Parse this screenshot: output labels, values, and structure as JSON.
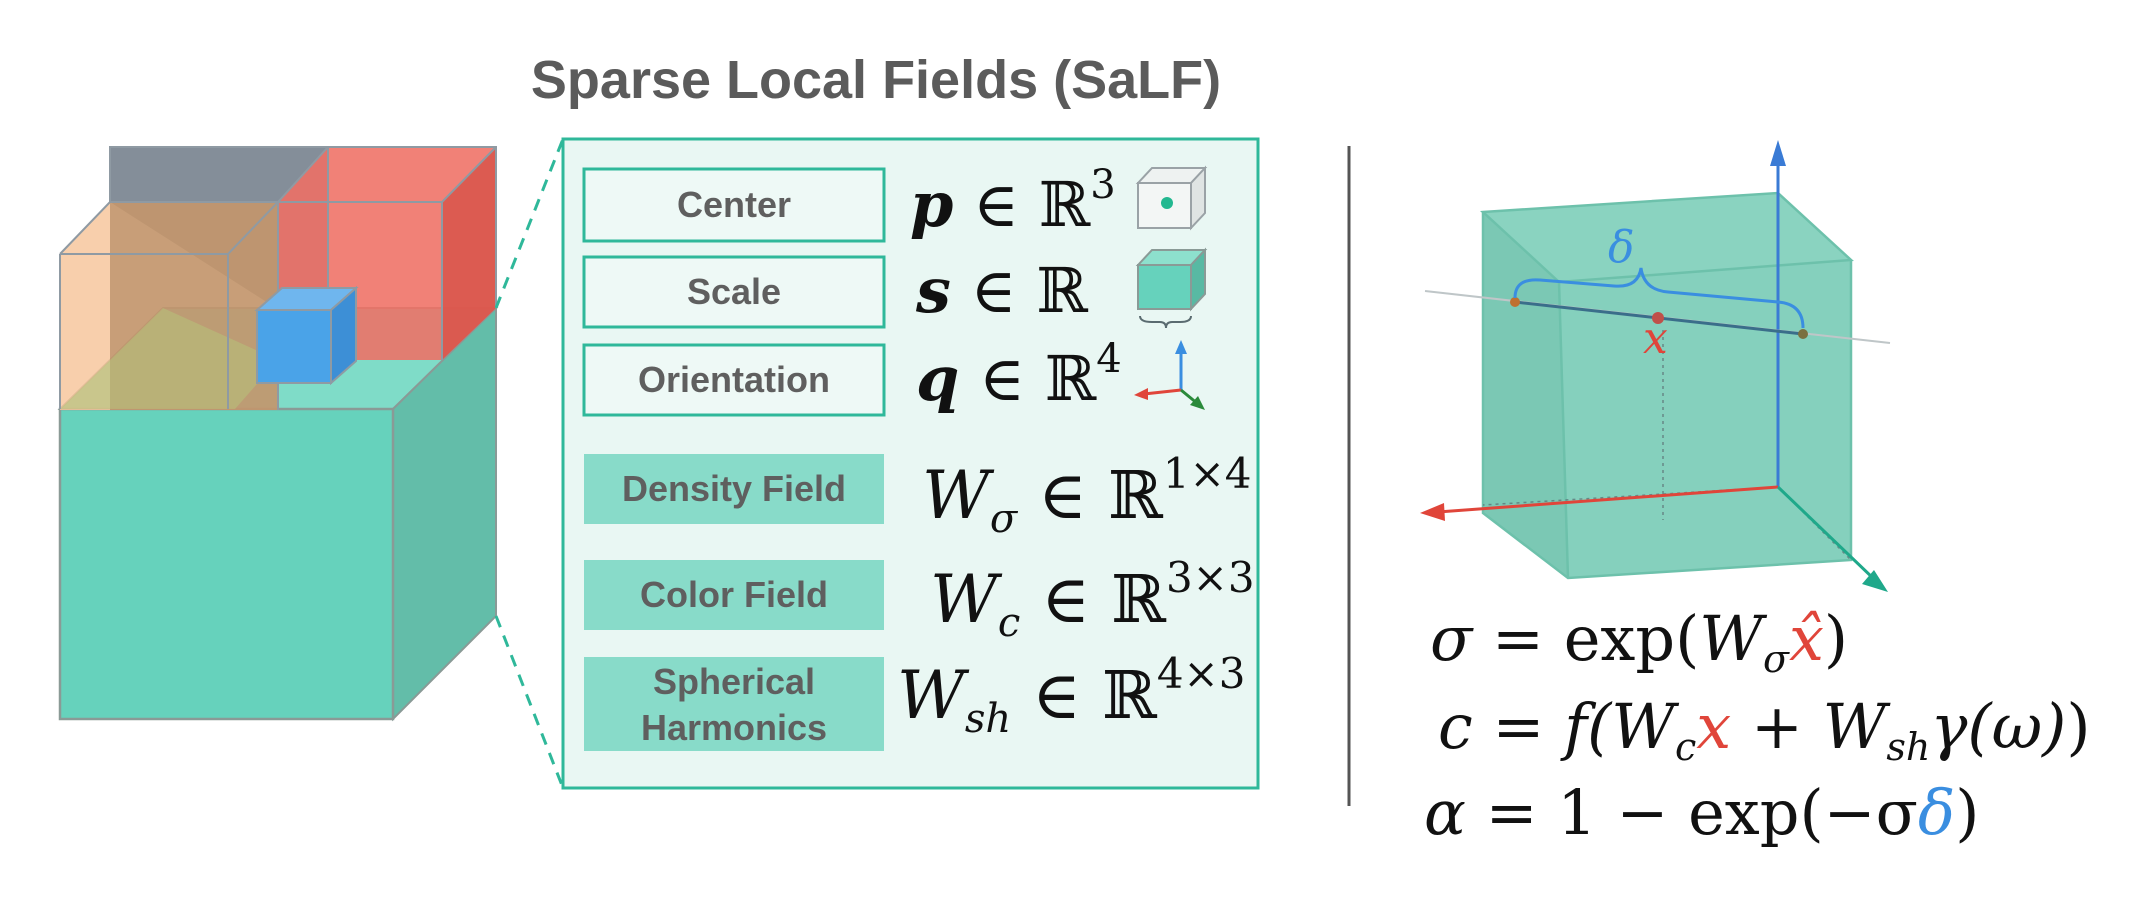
{
  "title": "Sparse Local Fields (SaLF)",
  "params": [
    {
      "label": "Center",
      "symbol": "p",
      "space": "ℝ",
      "exp": "3",
      "icon": "cube-center-dot-icon"
    },
    {
      "label": "Scale",
      "symbol": "s",
      "space": "ℝ",
      "exp": "",
      "icon": "cube-scale-icon"
    },
    {
      "label": "Orientation",
      "symbol": "q",
      "space": "ℝ",
      "exp": "4",
      "icon": "axes-orientation-icon"
    }
  ],
  "fields": [
    {
      "label_lines": [
        "Density Field"
      ],
      "symbol": "W",
      "sub": "σ",
      "space": "ℝ",
      "exp": "1×4"
    },
    {
      "label_lines": [
        "Color Field"
      ],
      "symbol": "W",
      "sub": "c",
      "space": "ℝ",
      "exp": "3×3"
    },
    {
      "label_lines": [
        "Spherical",
        "Harmonics"
      ],
      "symbol": "W",
      "sub": "sh",
      "space": "ℝ",
      "exp": "4×3"
    }
  ],
  "cube_labels": {
    "delta": "δ",
    "x": "x"
  },
  "equations": {
    "sigma": {
      "lhs": "σ",
      "eq": "=",
      "fn": "exp(",
      "W": "W",
      "sub": "σ",
      "xhat": "x̂",
      "close": ")"
    },
    "color": {
      "lhs": "c",
      "eq": "=",
      "fn": "f(",
      "W1": "W",
      "sub1": "c",
      "x": "x",
      "plus": "+",
      "W2": "W",
      "sub2": "sh",
      "gamma": "γ(ω)",
      "close": ")"
    },
    "alpha": {
      "lhs": "α",
      "eq": "=",
      "one": "1",
      "minus": "−",
      "fn": "exp(−σ",
      "delta": "δ",
      "close": ")"
    }
  },
  "colors": {
    "teal": "#66d2bc",
    "teal_dark": "#5fbea8",
    "teal_border": "#2fb89a",
    "panel_bg": "#e9f7f3",
    "field_fill": "#88dbc9",
    "red": "#e0453a",
    "blue": "#3a8ee0",
    "orange": "#f6c49a",
    "slate": "#7f8c99",
    "green": "#2a8a3a"
  }
}
